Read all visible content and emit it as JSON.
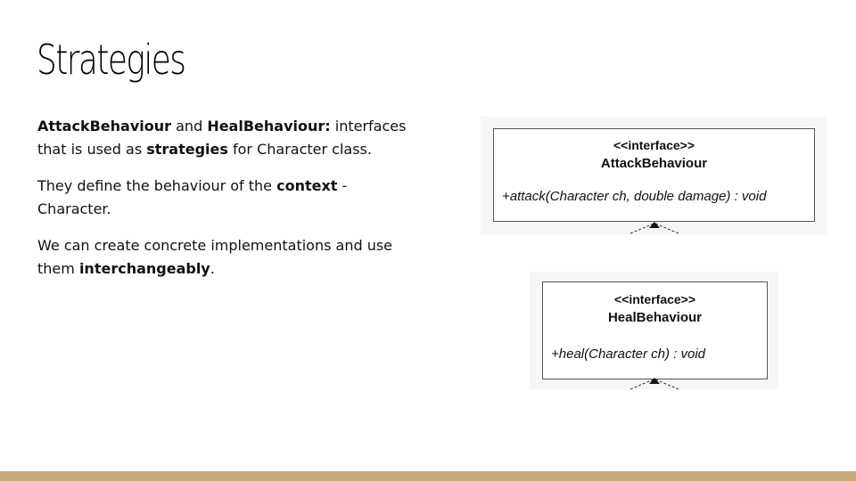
{
  "slide": {
    "title": "Strategies",
    "paragraphs": [
      {
        "runs": [
          {
            "text": "AttackBehaviour",
            "bold": true
          },
          {
            "text": " and ",
            "bold": false
          },
          {
            "text": "HealBehaviour:",
            "bold": true
          },
          {
            "text": " interfaces that is used as ",
            "bold": false
          },
          {
            "text": "strategies",
            "bold": true
          },
          {
            "text": " for Character class.",
            "bold": false
          }
        ]
      },
      {
        "runs": [
          {
            "text": "They define the behaviour of the ",
            "bold": false
          },
          {
            "text": "context",
            "bold": true
          },
          {
            "text": " - Character.",
            "bold": false
          }
        ]
      },
      {
        "runs": [
          {
            "text": "We can create concrete implementations and use them ",
            "bold": false
          },
          {
            "text": "interchangeably",
            "bold": true
          },
          {
            "text": ".",
            "bold": false
          }
        ]
      }
    ]
  },
  "diagram": {
    "attack": {
      "stereotype": "<<interface>>",
      "name": "AttackBehaviour",
      "method": "+attack(Character ch, double damage) : void"
    },
    "heal": {
      "stereotype": "<<interface>>",
      "name": "HealBehaviour",
      "method": "+heal(Character ch) : void"
    }
  },
  "colors": {
    "footer_bar": "#c8aa7d",
    "box_border": "#555555"
  }
}
